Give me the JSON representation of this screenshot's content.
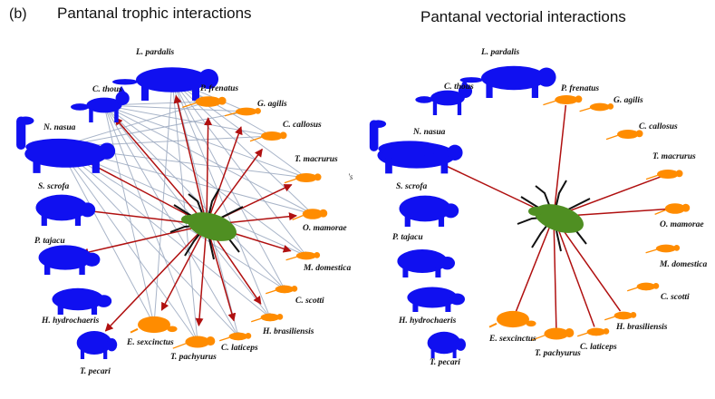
{
  "panel_label": "(b)",
  "titles": {
    "left": "Pantanal trophic interactions",
    "right": "Pantanal vectorial interactions"
  },
  "stray_mark": "'s",
  "colors": {
    "mammal_large": "#1010f0",
    "mammal_small": "#ff8c00",
    "vector_body": "#4f8f22",
    "vector_link": "#b01010",
    "trophic_web": "#9aa8bf",
    "vector_legs": "#111111"
  },
  "species": [
    {
      "id": "L. pardalis",
      "label": "L. pardalis",
      "group": "large",
      "icon": "ocelot-icon"
    },
    {
      "id": "C. thous",
      "label": "C. thous",
      "group": "large",
      "icon": "fox-icon"
    },
    {
      "id": "N. nasua",
      "label": "N. nasua",
      "group": "large",
      "icon": "coati-icon"
    },
    {
      "id": "S. scrofa",
      "label": "S. scrofa",
      "group": "large",
      "icon": "boar-icon"
    },
    {
      "id": "P. tajacu",
      "label": "P. tajacu",
      "group": "large",
      "icon": "peccary-icon"
    },
    {
      "id": "H. hydrochaeris",
      "label": "H. hydrochaeris",
      "group": "large",
      "icon": "capybara-icon"
    },
    {
      "id": "T. pecari",
      "label": "T. pecari",
      "group": "large",
      "icon": "peccary-icon"
    },
    {
      "id": "P. frenatus",
      "label": "P. frenatus",
      "group": "small",
      "icon": "rodent-icon"
    },
    {
      "id": "G. agilis",
      "label": "G. agilis",
      "group": "small",
      "icon": "opossum-icon"
    },
    {
      "id": "C. callosus",
      "label": "C. callosus",
      "group": "small",
      "icon": "rodent-icon"
    },
    {
      "id": "T. macrurus",
      "label": "T. macrurus",
      "group": "small",
      "icon": "rodent-icon"
    },
    {
      "id": "O. mamorae",
      "label": "O. mamorae",
      "group": "small",
      "icon": "rodent-icon"
    },
    {
      "id": "M. domestica",
      "label": "M. domestica",
      "group": "small",
      "icon": "opossum-icon"
    },
    {
      "id": "C. scotti",
      "label": "C. scotti",
      "group": "small",
      "icon": "rodent-icon"
    },
    {
      "id": "H. brasiliensis",
      "label": "H. brasiliensis",
      "group": "small",
      "icon": "rodent-icon"
    },
    {
      "id": "C. laticeps",
      "label": "C. laticeps",
      "group": "small",
      "icon": "rodent-icon"
    },
    {
      "id": "T. pachyurus",
      "label": "T. pachyurus",
      "group": "small",
      "icon": "opossum-icon"
    },
    {
      "id": "E. sexcinctus",
      "label": "E. sexcinctus",
      "group": "small",
      "icon": "armadillo-icon"
    }
  ],
  "trophic_vector_links": [
    "C. thous",
    "N. nasua",
    "S. scrofa",
    "P. tajacu",
    "T. pecari",
    "E. sexcinctus",
    "T. pachyurus",
    "C. laticeps",
    "H. brasiliensis",
    "M. domestica",
    "O. mamorae",
    "T. macrurus",
    "C. callosus",
    "G. agilis",
    "P. frenatus",
    "L. pardalis"
  ],
  "trophic_predators": [
    "L. pardalis",
    "C. thous",
    "N. nasua"
  ],
  "vectorial_links": [
    "N. nasua",
    "P. frenatus",
    "T. macrurus",
    "O. mamorae",
    "H. brasiliensis",
    "C. laticeps",
    "T. pachyurus",
    "E. sexcinctus"
  ]
}
